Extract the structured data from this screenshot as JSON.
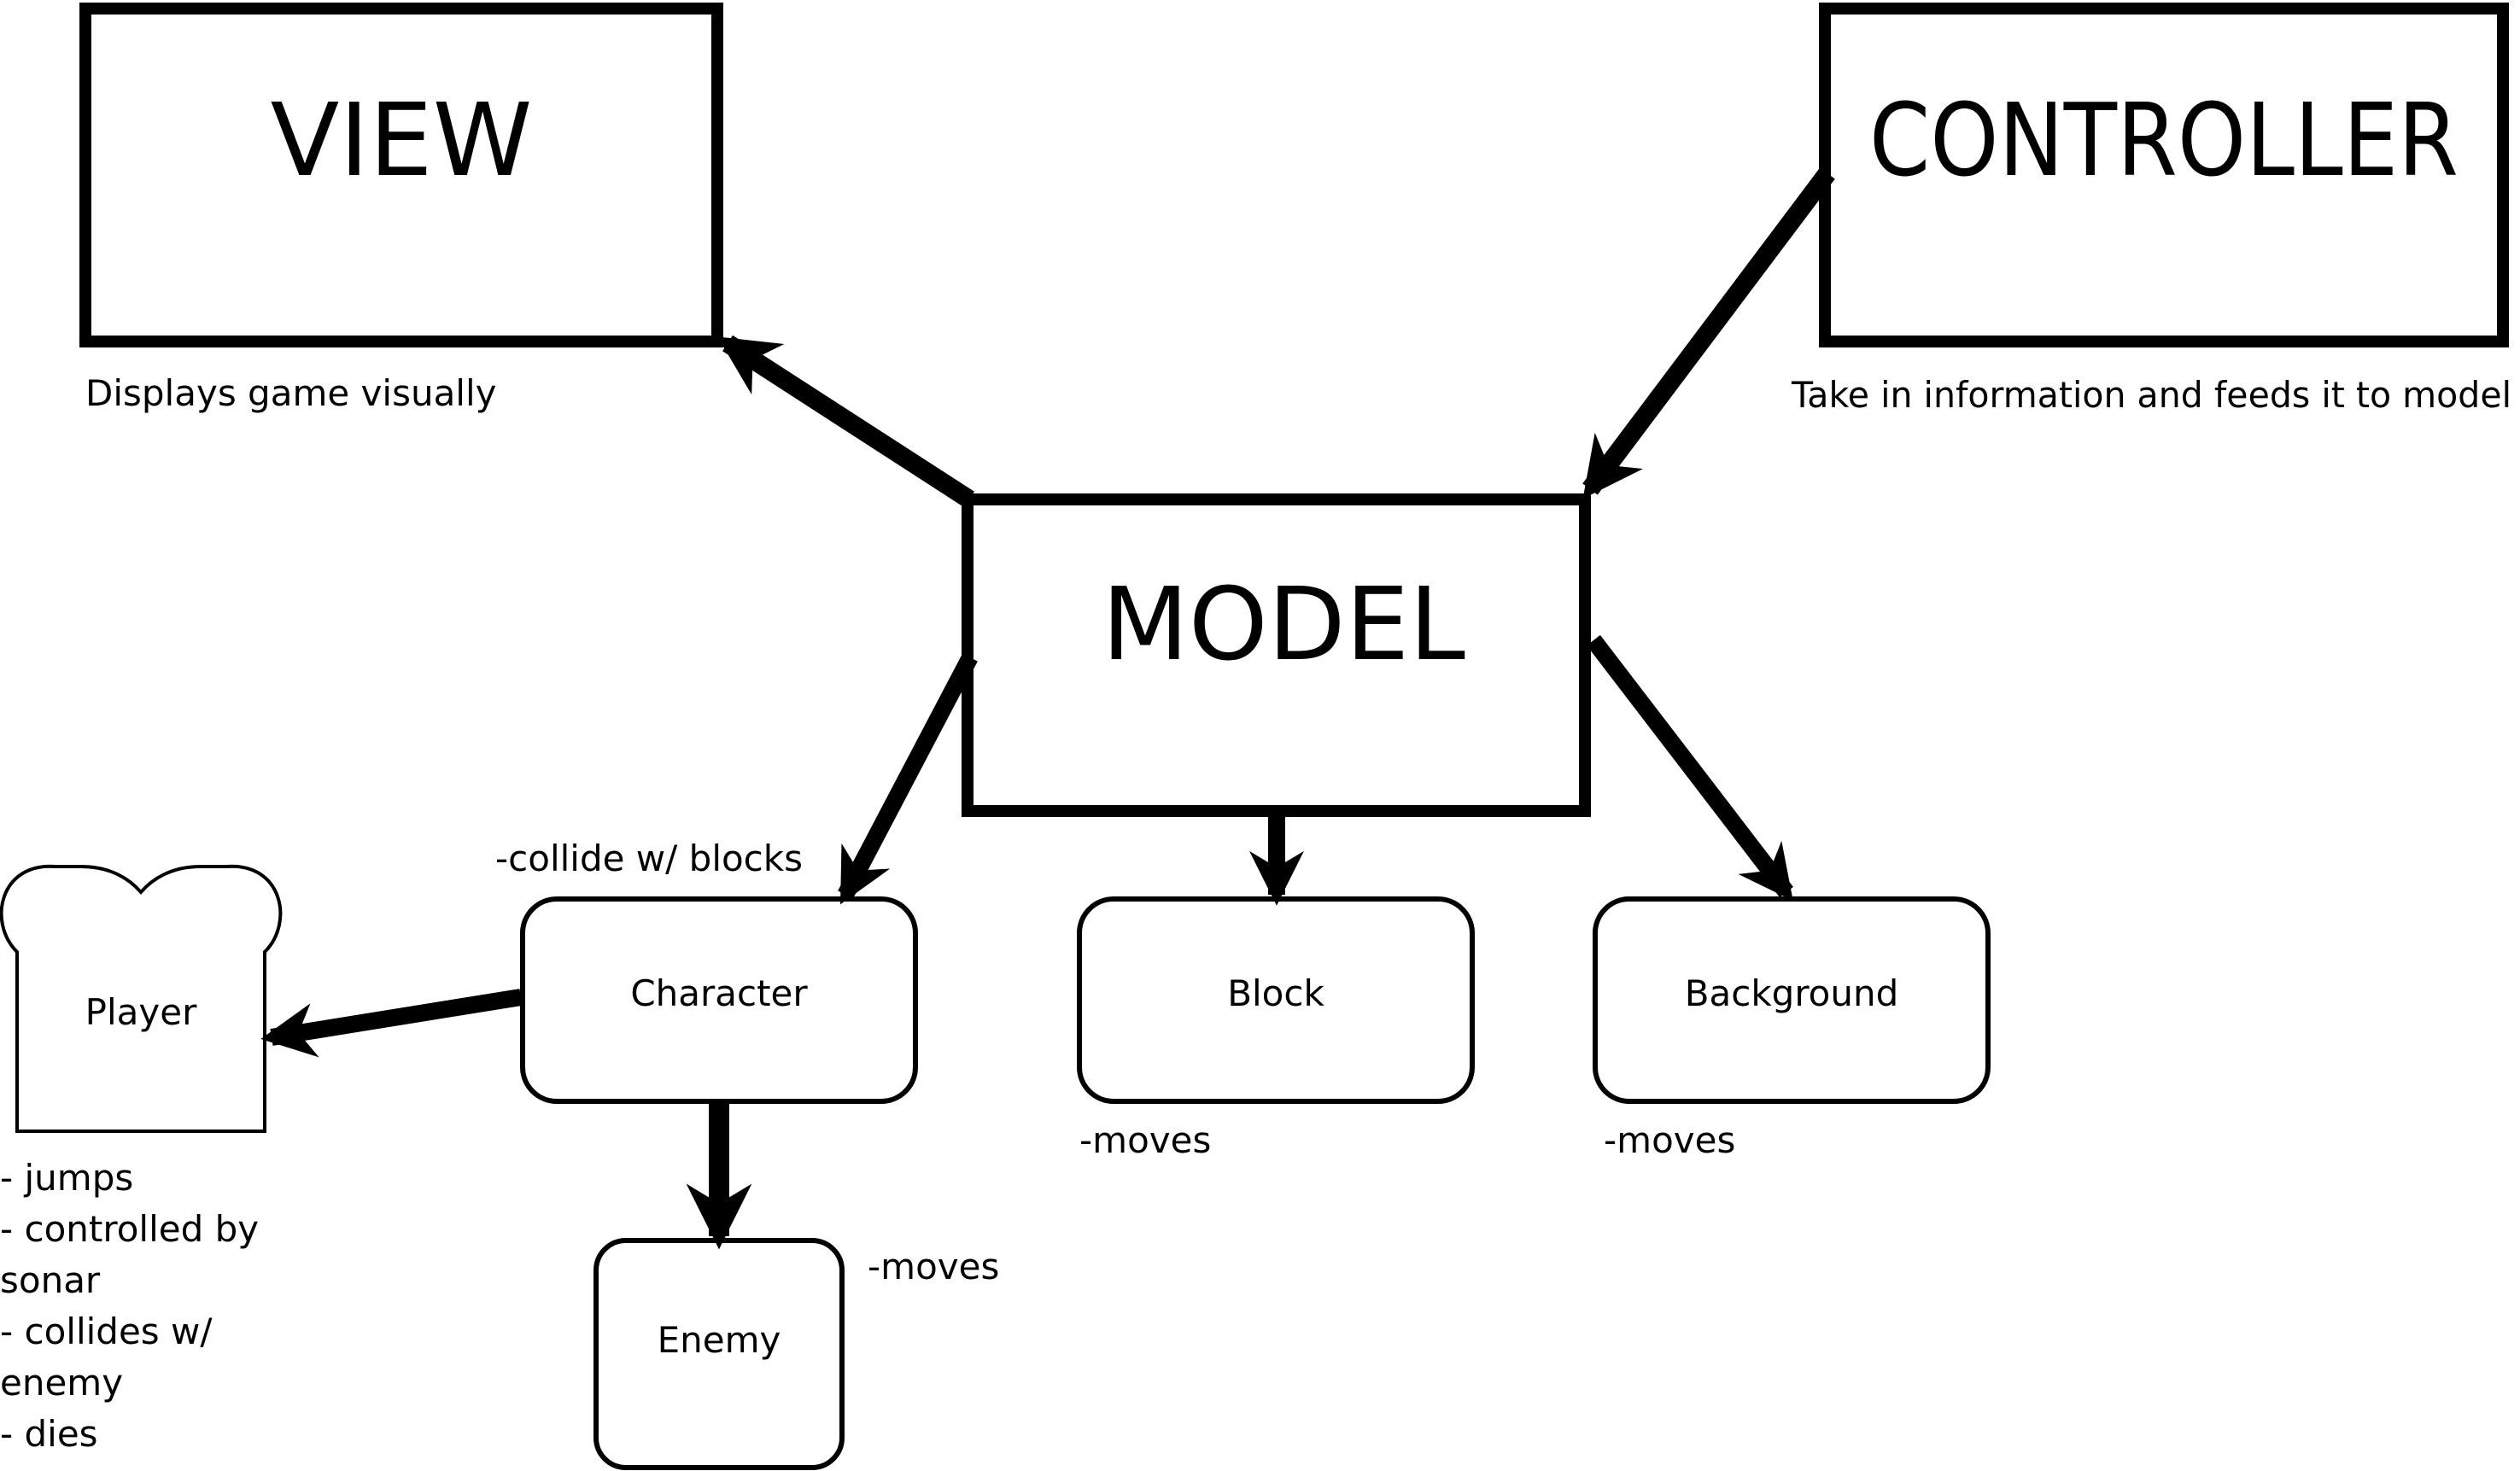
{
  "boxes": {
    "view": "VIEW",
    "controller": "CONTROLLER",
    "model": "MODEL"
  },
  "nodes": {
    "player": "Player",
    "character": "Character",
    "block": "Block",
    "background": "Background",
    "enemy": "Enemy"
  },
  "annotations": {
    "view": "Displays game visually",
    "controller": "Take in information and feeds it to model",
    "character": "-collide w/ blocks",
    "block": "-moves",
    "background": "-moves",
    "enemy": "-moves",
    "player": [
      "- jumps",
      "- controlled by",
      "sonar",
      "- collides w/",
      "enemy",
      "- dies"
    ]
  },
  "colors": {
    "stroke": "#000000",
    "background": "#ffffff"
  }
}
